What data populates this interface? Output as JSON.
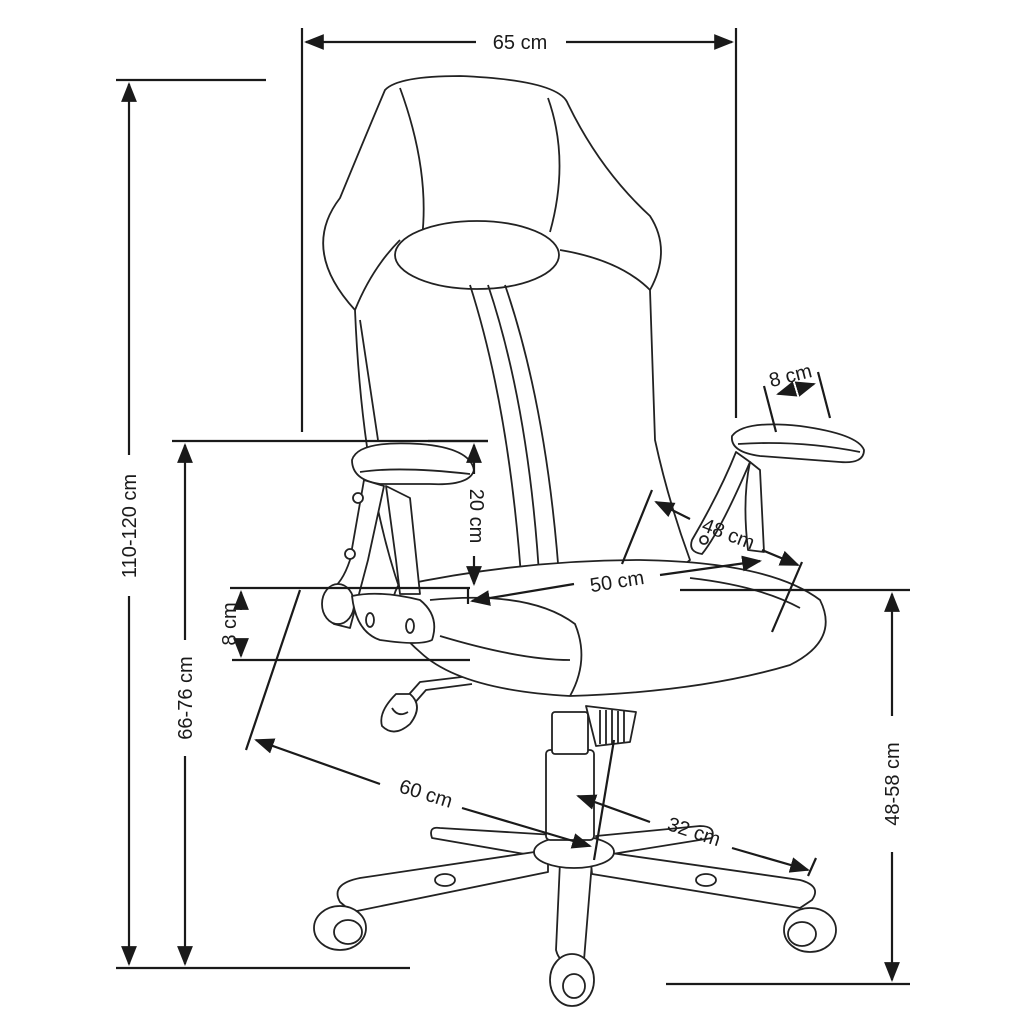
{
  "dimensions": {
    "overall_width": "65 cm",
    "total_height": "110-120 cm",
    "armrest_height": "66-76 cm",
    "seat_height": "48-58 cm",
    "armrest_above_seat": "20 cm",
    "armrest_width": "8 cm",
    "seat_thickness": "8 cm",
    "seat_width": "50 cm",
    "seat_depth": "48 cm",
    "chair_depth": "60 cm",
    "base_radius": "32 cm"
  },
  "colors": {
    "line": "#1a1a1a",
    "background": "#ffffff"
  }
}
